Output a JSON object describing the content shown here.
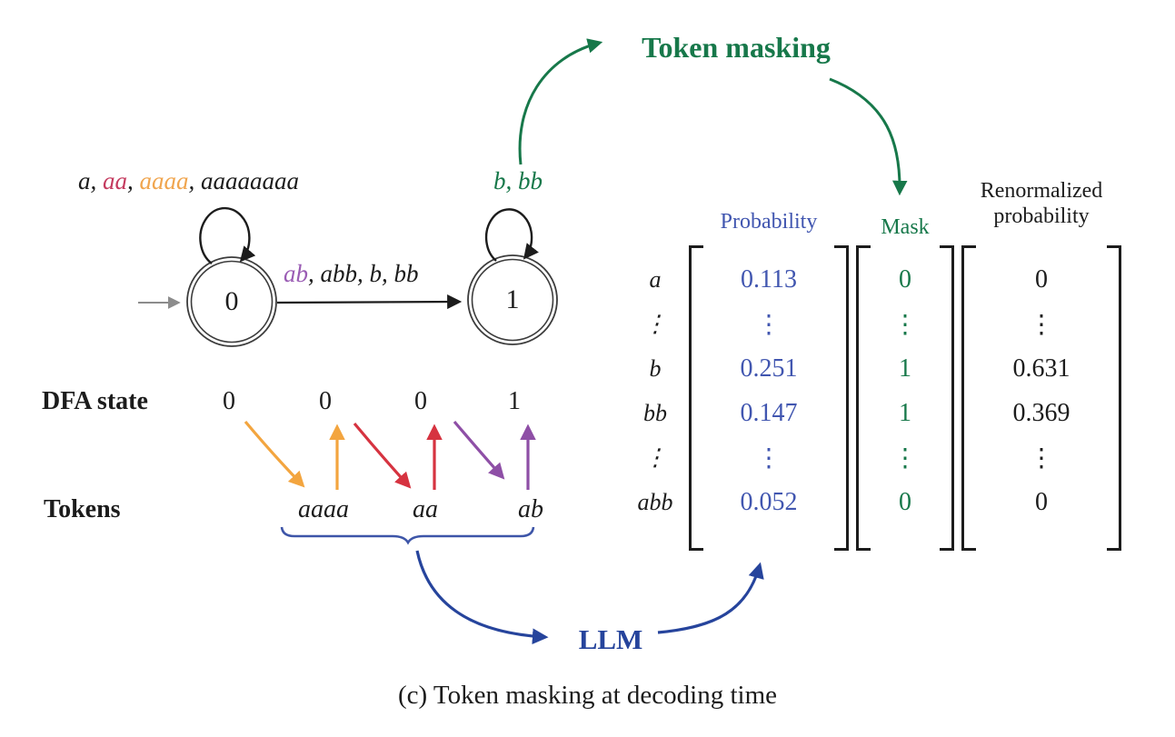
{
  "colors": {
    "ink": "#1c1c1c",
    "green": "#17784a",
    "blue": "#4156b0",
    "darkblue": "#26449c",
    "braceblue": "#3d55a8",
    "red": "#c43a5e",
    "redarrow": "#d63340",
    "orange": "#f0a54e",
    "orangearrow": "#f3a53f",
    "purple": "#9a5cb4",
    "purplearrow": "#8e4fa6",
    "gray": "#8c8c8c",
    "circlestroke": "#3c3c3c"
  },
  "labels": {
    "token_masking": "Token masking",
    "llm": "LLM",
    "caption": "(c) Token masking at decoding time"
  },
  "dfa": {
    "state0": {
      "id": "0",
      "loop_label_parts": [
        {
          "text": "a, ",
          "color": "ink"
        },
        {
          "text": "aa",
          "color": "red"
        },
        {
          "text": ", ",
          "color": "ink"
        },
        {
          "text": "aaaa",
          "color": "orange"
        },
        {
          "text": ", aaaaaaaa",
          "color": "ink"
        }
      ]
    },
    "state1": {
      "id": "1",
      "loop_label": "b, bb"
    },
    "transition_label_parts": [
      {
        "text": "ab",
        "color": "purple"
      },
      {
        "text": ", abb, b, bb",
        "color": "ink"
      }
    ]
  },
  "trace": {
    "state_row_label": "DFA state",
    "states": [
      "0",
      "0",
      "0",
      "1"
    ],
    "tokens_row_label": "Tokens",
    "tokens": [
      "aaaa",
      "aa",
      "ab"
    ]
  },
  "matrices": {
    "row_labels": [
      "a",
      "⋮",
      "b",
      "bb",
      "⋮",
      "abb"
    ],
    "probability": {
      "header": "Probability",
      "values": [
        "0.113",
        "⋮",
        "0.251",
        "0.147",
        "⋮",
        "0.052"
      ]
    },
    "mask": {
      "header": "Mask",
      "values": [
        "0",
        "⋮",
        "1",
        "1",
        "⋮",
        "0"
      ]
    },
    "renormalized": {
      "header_line1": "Renormalized",
      "header_line2": "probability",
      "values": [
        "0",
        "⋮",
        "0.631",
        "0.369",
        "⋮",
        "0"
      ]
    }
  }
}
